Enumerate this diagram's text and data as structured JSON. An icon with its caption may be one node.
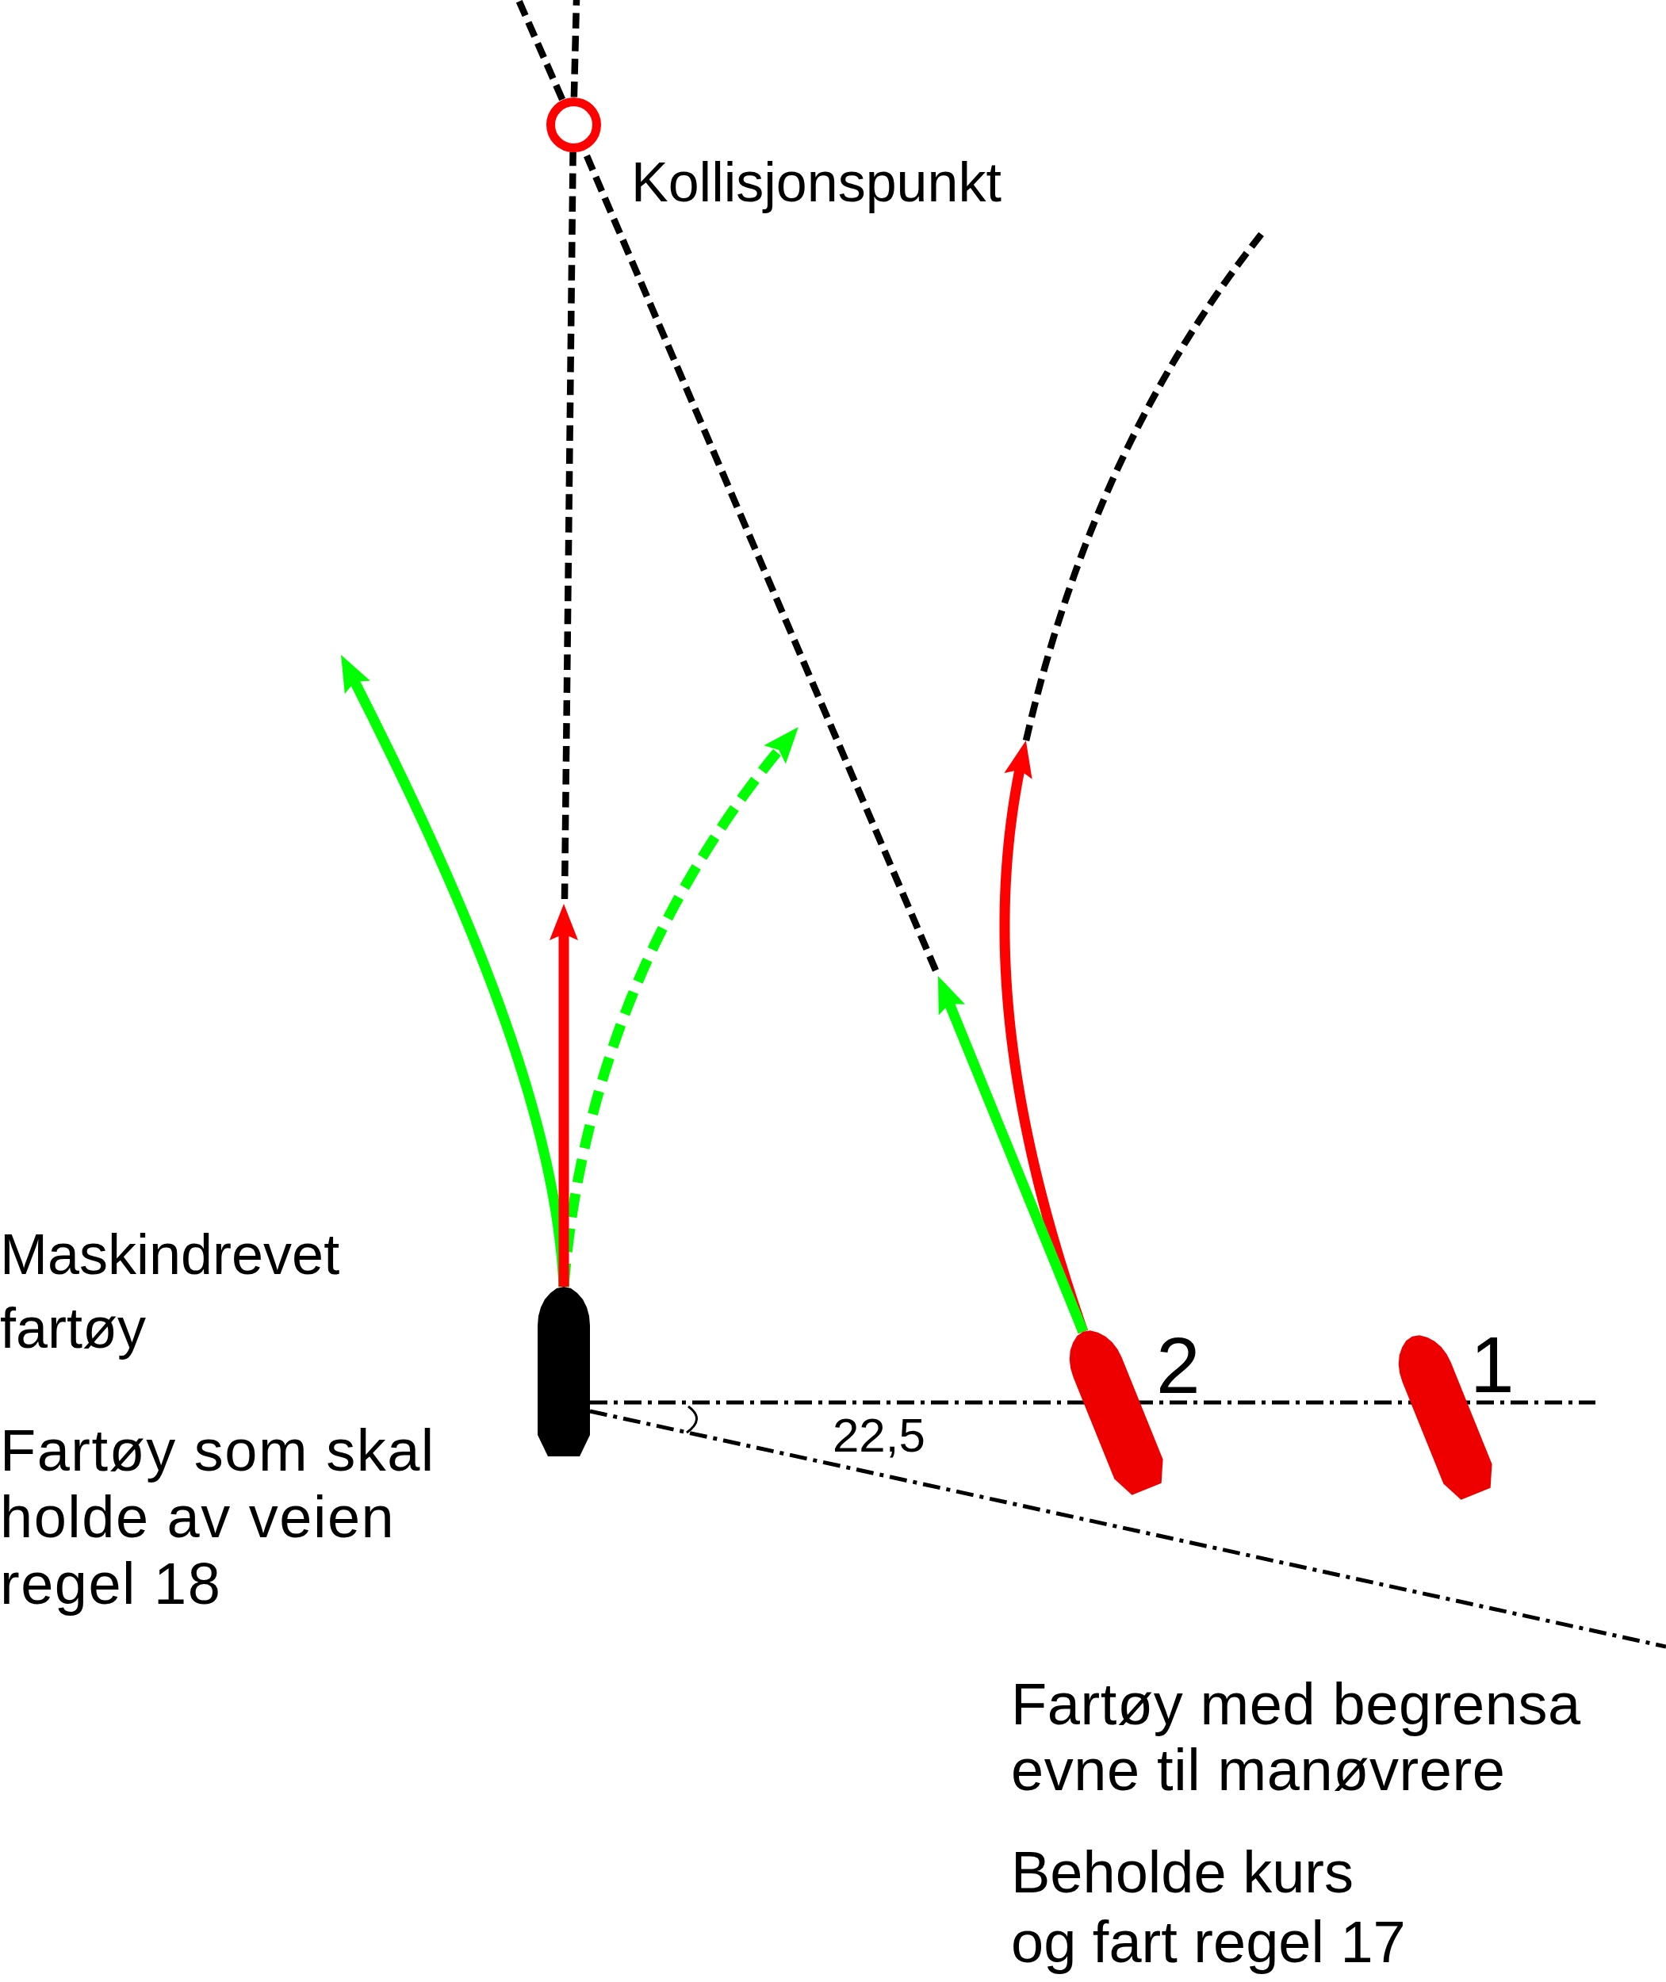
{
  "diagram": {
    "nodes": [
      {
        "text": [],
        "shape": "circle",
        "beside": [
          "Kollisjonspunkt"
        ]
      },
      {
        "text": [],
        "shape": "ship"
      },
      {
        "text": [],
        "shape": "ship",
        "beside": [
          "2"
        ]
      },
      {
        "text": [],
        "shape": "ship",
        "beside": [
          "1"
        ]
      }
    ],
    "edges": [
      {
        "from": null,
        "to": 0,
        "arrow": "none",
        "style": "dashed"
      },
      {
        "from": 0,
        "to": null,
        "arrow": "none",
        "style": "dashed"
      },
      {
        "from": null,
        "to": 0,
        "arrow": "none",
        "style": "dashed"
      },
      {
        "from": 0,
        "to": null,
        "arrow": "none",
        "style": "dashed"
      },
      {
        "from": 1,
        "to": null,
        "arrow": "to",
        "color": "#ff0000"
      },
      {
        "from": 1,
        "to": null,
        "arrow": "to",
        "color": "#00ff00"
      },
      {
        "from": 1,
        "to": null,
        "arrow": "to",
        "style": "dashed",
        "color": "#00ff00"
      },
      {
        "from": 2,
        "to": null,
        "arrow": "to",
        "color": "#00ff00"
      },
      {
        "from": 2,
        "to": null,
        "arrow": "to",
        "color": "#ff0000"
      }
    ],
    "labels": [
      "Maskindrevet fartøy",
      "Fartøy som skal holde av veien regel 18",
      "22,5",
      "Fartøy med begrensa evne til manøvrere",
      "Beholde kurs og fart regel 17"
    ]
  }
}
